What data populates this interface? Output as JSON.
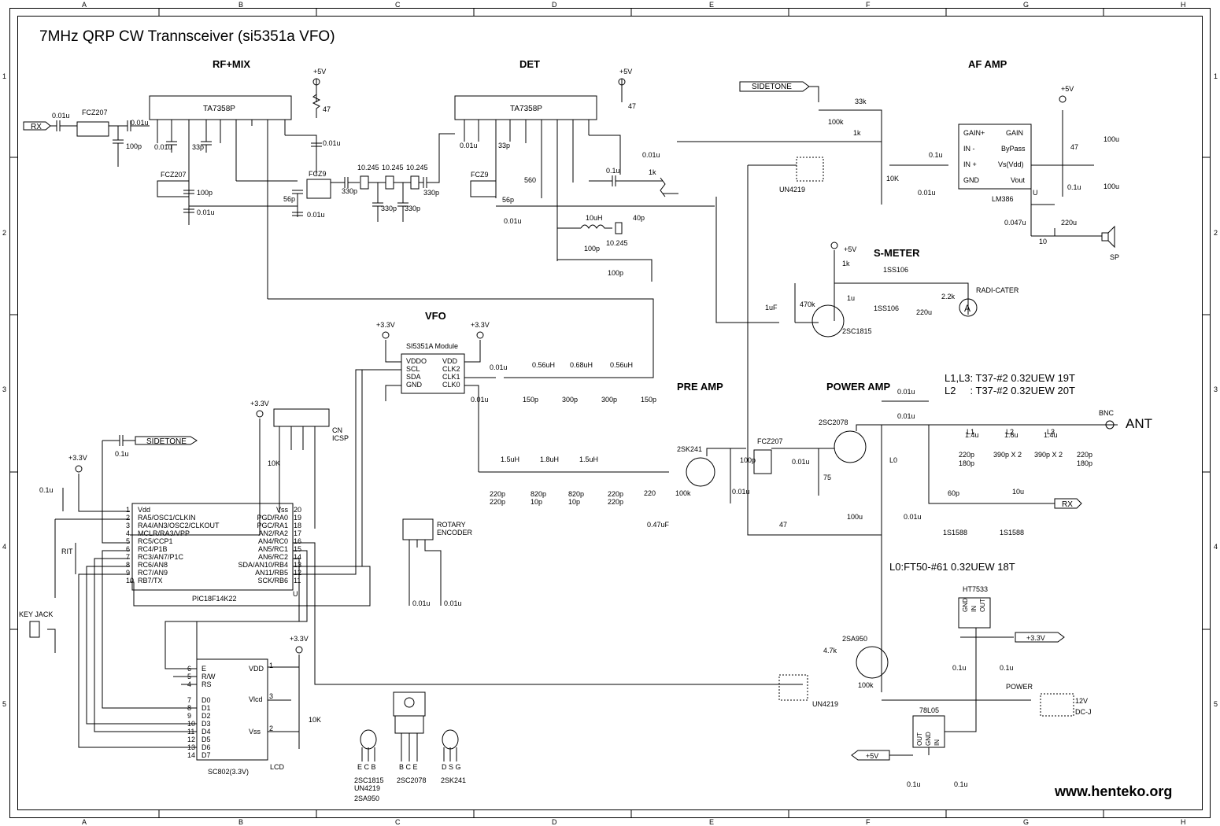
{
  "title": "7MHz QRP CW Trannsceiver (si5351a VFO)",
  "website": "www.henteko.org",
  "grid": {
    "columns": [
      "A",
      "B",
      "C",
      "D",
      "E",
      "F",
      "G",
      "H"
    ],
    "rows": [
      "1",
      "2",
      "3",
      "4",
      "5"
    ]
  },
  "sections": {
    "rf_mix": "RF+MIX",
    "det": "DET",
    "af_amp": "AF AMP",
    "s_meter": "S-METER",
    "vfo": "VFO",
    "pre_amp": "PRE AMP",
    "power_amp": "POWER AMP"
  },
  "notes": {
    "coil_l1_l3": "L1,L3: T37-#2 0.32UEW 19T",
    "coil_l2": "L2     : T37-#2 0.32UEW 20T",
    "coil_l0": "L0:FT50-#61 0.32UEW 18T",
    "antenna": "ANT"
  },
  "ports": {
    "rx": "RX",
    "sidetone": "SIDETONE",
    "p33v": "+3.3V",
    "p5v": "+5V"
  },
  "labels": {
    "ta7358p": "TA7358P",
    "fcz207": "FCZ207",
    "fcz9": "FCZ9",
    "lm386": "LM386",
    "un4219": "UN4219",
    "si5351": "SI5351A Module",
    "pic": "PIC18F14K22",
    "lcd": "SC802(3.3V)",
    "lcd_tag": "LCD",
    "cn": "CN",
    "icsp": "ICSP",
    "rotary1": "ROTARY",
    "rotary2": "ENCODER",
    "keyjack": "KEY JACK",
    "rit": "RIT",
    "ht7533": "HT7533",
    "reg78l05": "78L05",
    "power": "POWER",
    "v12": "12V",
    "dcj": "DC-J",
    "radicater": "RADI-CATER",
    "meter": "A",
    "sp": "SP",
    "bnc": "BNC",
    "q2sc1815": "2SC1815",
    "q2sc2078": "2SC2078",
    "q2sk241": "2SK241",
    "q2sa950": "2SA950",
    "d1ss106": "1SS106",
    "d1s1588": "1S1588",
    "xtal": "10.245",
    "c001u": "0.01u",
    "c01u": "0.1u",
    "c100p": "100p",
    "c33p": "33p",
    "c56p": "56p",
    "c330p": "330p",
    "c150p": "150p",
    "c300p": "300p",
    "c220p": "220p",
    "c180p": "180p",
    "c10p": "10p",
    "c820p": "820p",
    "c60p": "60p",
    "c40p": "40p",
    "c1uf": "1uF",
    "c1u": "1u",
    "c100u": "100u",
    "c220u": "220u",
    "c0047u": "0.047u",
    "c047uf": "0.47uF",
    "c390p2": "390p X 2",
    "r47": "47",
    "r560": "560",
    "r1k": "1k",
    "r33k": "33k",
    "r100k": "100k",
    "r10k": "10K",
    "r470k": "470k",
    "r22k": "2.2k",
    "r10": "10",
    "r220": "220",
    "r75": "75",
    "r47k": "4.7k",
    "l056": "0.56uH",
    "l068": "0.68uH",
    "l15": "1.5uH",
    "l18": "1.8uH",
    "l10u": "10uH",
    "l14": "1.4u",
    "l16": "1.6u",
    "l10": "10u",
    "l0": "L0",
    "lL1": "L1",
    "lL2": "L2",
    "lL3": "L3",
    "pkg1a": "2SC1815",
    "pkg1b": "UN4219",
    "pkg1c": "2SA950",
    "pkg2": "2SC2078",
    "pkg3": "2SK241",
    "ecb": "E C B",
    "bce": "B C E",
    "dsg": "D S G"
  },
  "pins": {
    "lm386_left": [
      "GAIN+",
      "IN -",
      "IN +",
      "GND"
    ],
    "lm386_right": [
      "GAIN",
      "ByPass",
      "Vs(Vdd)",
      "Vout"
    ],
    "si5351_left": [
      "VDDO",
      "SCL",
      "SDA",
      "GND"
    ],
    "si5351_right": [
      "VDD",
      "CLK2",
      "CLK1",
      "CLK0"
    ],
    "pic_left": [
      "Vdd",
      "RA5/OSC1/CLKIN",
      "RA4/AN3/OSC2/CLKOUT",
      "MCLR/RA3/VPP",
      "RC5/CCP1",
      "RC4/P1B",
      "RC3/AN7/P1C",
      "RC6/AN8",
      "RC7/AN9",
      "RB7/TX"
    ],
    "pic_left_num": [
      "1",
      "2",
      "3",
      "4",
      "5",
      "6",
      "7",
      "8",
      "9",
      "10"
    ],
    "pic_right": [
      "Vss",
      "PGD/RA0",
      "PGC/RA1",
      "AN2/RA2",
      "AN4/RC0",
      "AN5/RC1",
      "AN6/RC2",
      "SDA/AN10/RB4",
      "AN11/RB5",
      "SCK/RB6"
    ],
    "pic_right_num": [
      "20",
      "19",
      "18",
      "17",
      "16",
      "15",
      "14",
      "13",
      "12",
      "11"
    ],
    "lcd_left": [
      "E",
      "R/W",
      "RS",
      "D0",
      "D1",
      "D2",
      "D3",
      "D4",
      "D5",
      "D6",
      "D7"
    ],
    "lcd_left_num": [
      "6",
      "5",
      "4",
      "7",
      "8",
      "9",
      "10",
      "11",
      "12",
      "13",
      "14"
    ],
    "lcd_right": [
      "VDD",
      "Vlcd",
      "Vss"
    ],
    "lcd_right_num": [
      "1",
      "3",
      "2"
    ],
    "ht7533": [
      "GND",
      "IN",
      "OUT"
    ],
    "reg78l05": [
      "OUT",
      "GND",
      "IN"
    ]
  }
}
